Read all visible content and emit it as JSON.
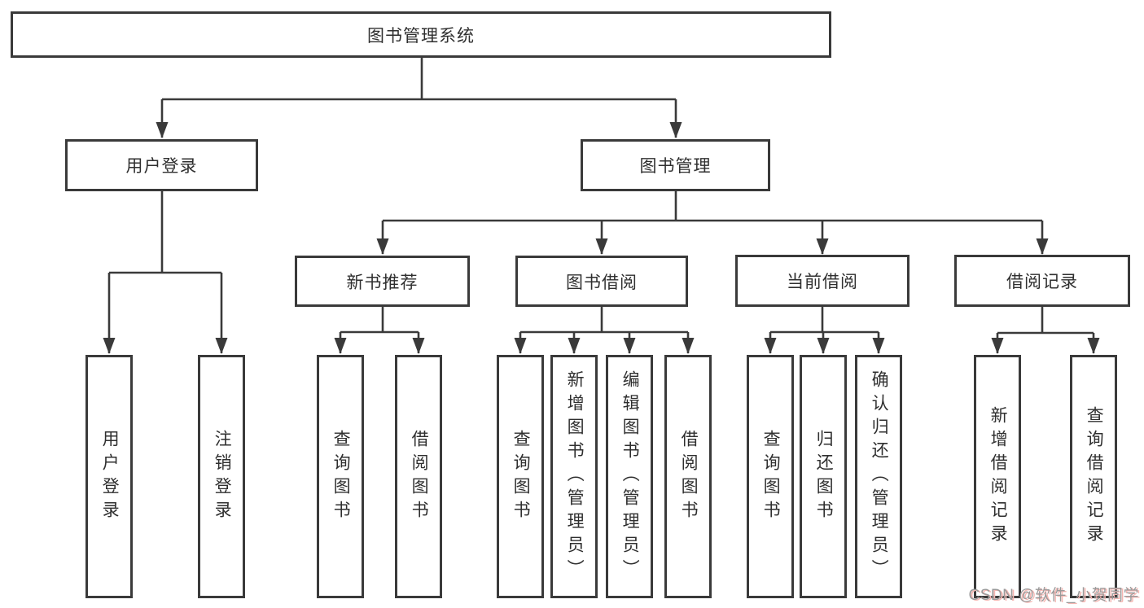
{
  "tree": {
    "root_label": "图书管理系统",
    "branches": [
      {
        "label": "用户登录",
        "leaves": [
          "用户登录",
          "注销登录"
        ]
      },
      {
        "label": "图书管理",
        "groups": [
          {
            "label": "新书推荐",
            "leaves": [
              "查询图书",
              "借阅图书"
            ]
          },
          {
            "label": "图书借阅",
            "leaves": [
              "查询图书",
              "新增图书（管理员）",
              "编辑图书（管理员）",
              "借阅图书"
            ]
          },
          {
            "label": "当前借阅",
            "leaves": [
              "查询图书",
              "归还图书",
              "确认归还（管理员）"
            ]
          },
          {
            "label": "借阅记录",
            "leaves": [
              "新增借阅记录",
              "查询借阅记录"
            ]
          }
        ]
      }
    ]
  },
  "watermark": {
    "text": "CSDN @软件_小贺同学"
  },
  "colors": {
    "line": "#3a3a3a",
    "box_border": "#3a3a3a",
    "text": "#2f2f2f",
    "background": "#ffffff",
    "watermark_gray": "#9a9a9a",
    "watermark_pink": "#f5b6b2"
  }
}
